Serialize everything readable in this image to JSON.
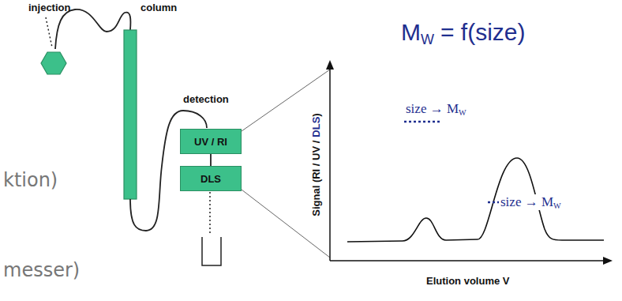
{
  "diagram": {
    "nodes": [
      {
        "text": [
          "UV / RI"
        ]
      },
      {
        "text": [
          "DLS"
        ]
      }
    ],
    "edges": [
      {
        "from": 0,
        "to": 1,
        "arrow": "none"
      }
    ],
    "labels": [
      "injection",
      "column",
      "detection",
      "M",
      "W",
      "= f(size)",
      "size → M",
      "W",
      "size → M",
      "W",
      "Signal (RI / UV /",
      "DLS",
      ")",
      "Elution volume V",
      "ktion)",
      "messer)"
    ]
  }
}
